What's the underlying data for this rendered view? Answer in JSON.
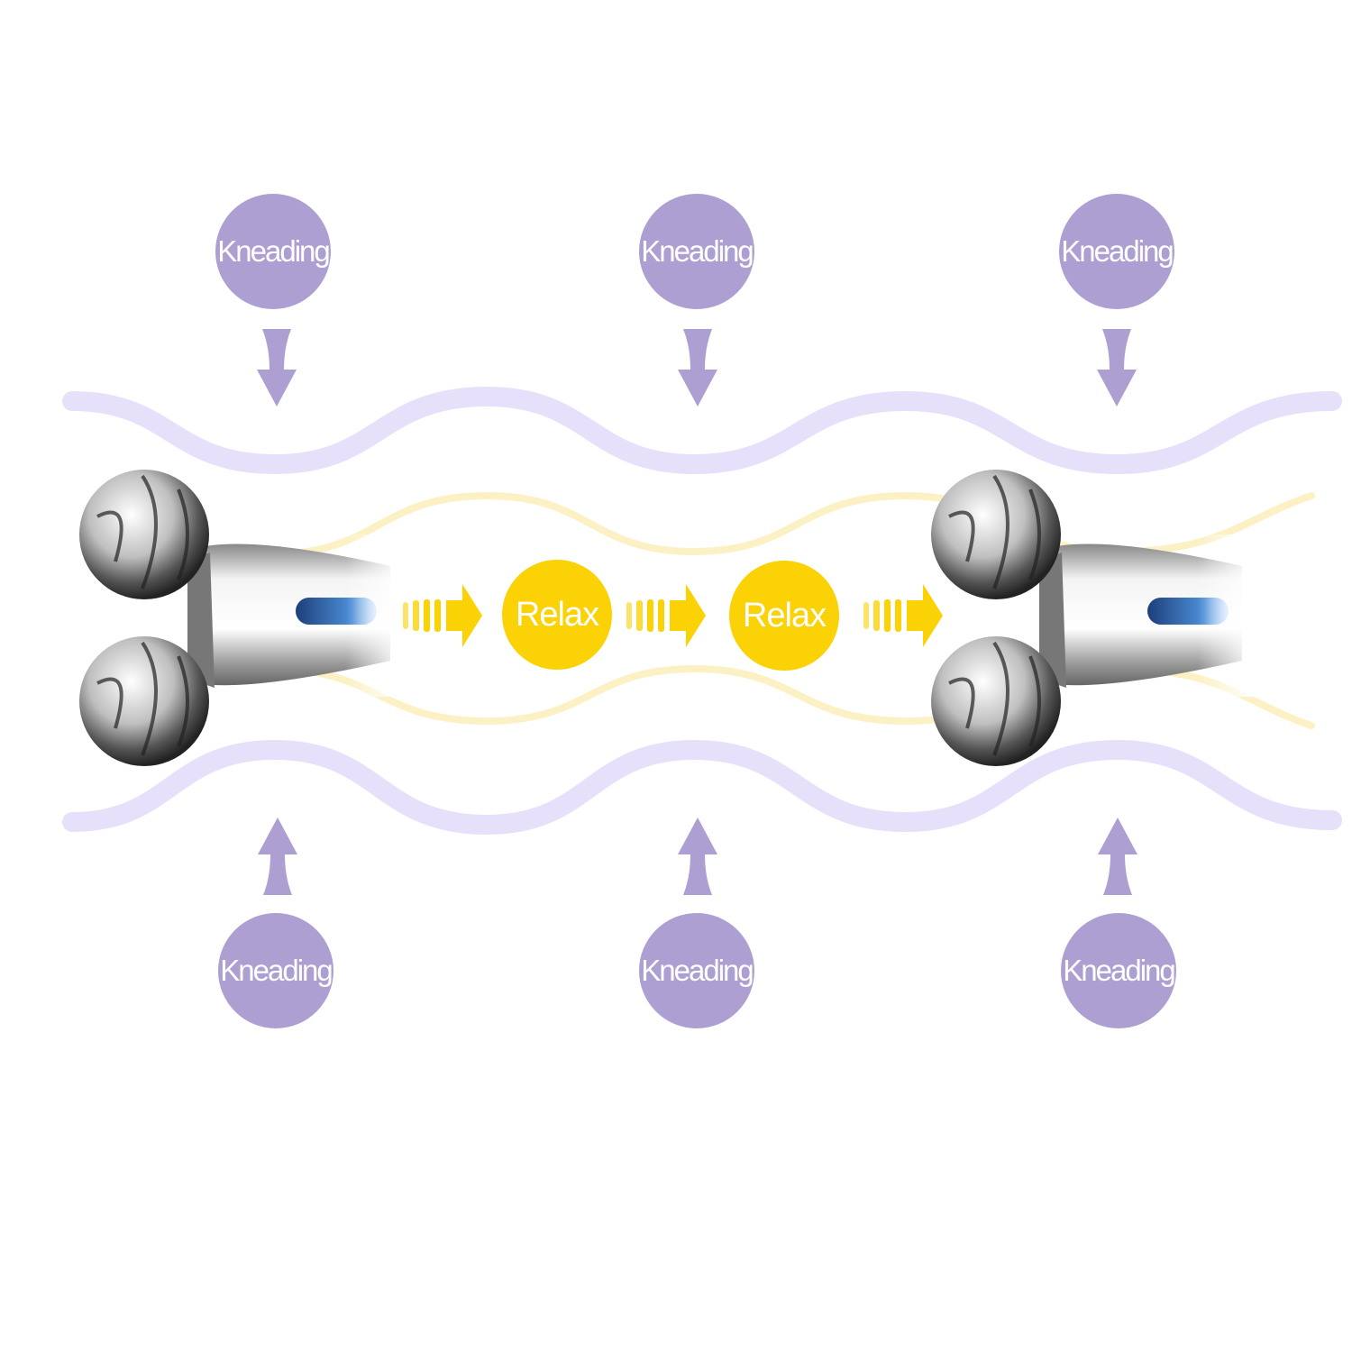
{
  "labels": {
    "top": [
      "Kneading",
      "Kneading",
      "Kneading"
    ],
    "bottom": [
      "Kneading",
      "Kneading",
      "Kneading"
    ],
    "middle": [
      "Relax",
      "Relax"
    ]
  },
  "colors": {
    "kneading": "#ae9fd2",
    "relax": "#fad206",
    "wave_purple": "#e6e0fb",
    "wave_yellow": "#fbf1c4"
  }
}
